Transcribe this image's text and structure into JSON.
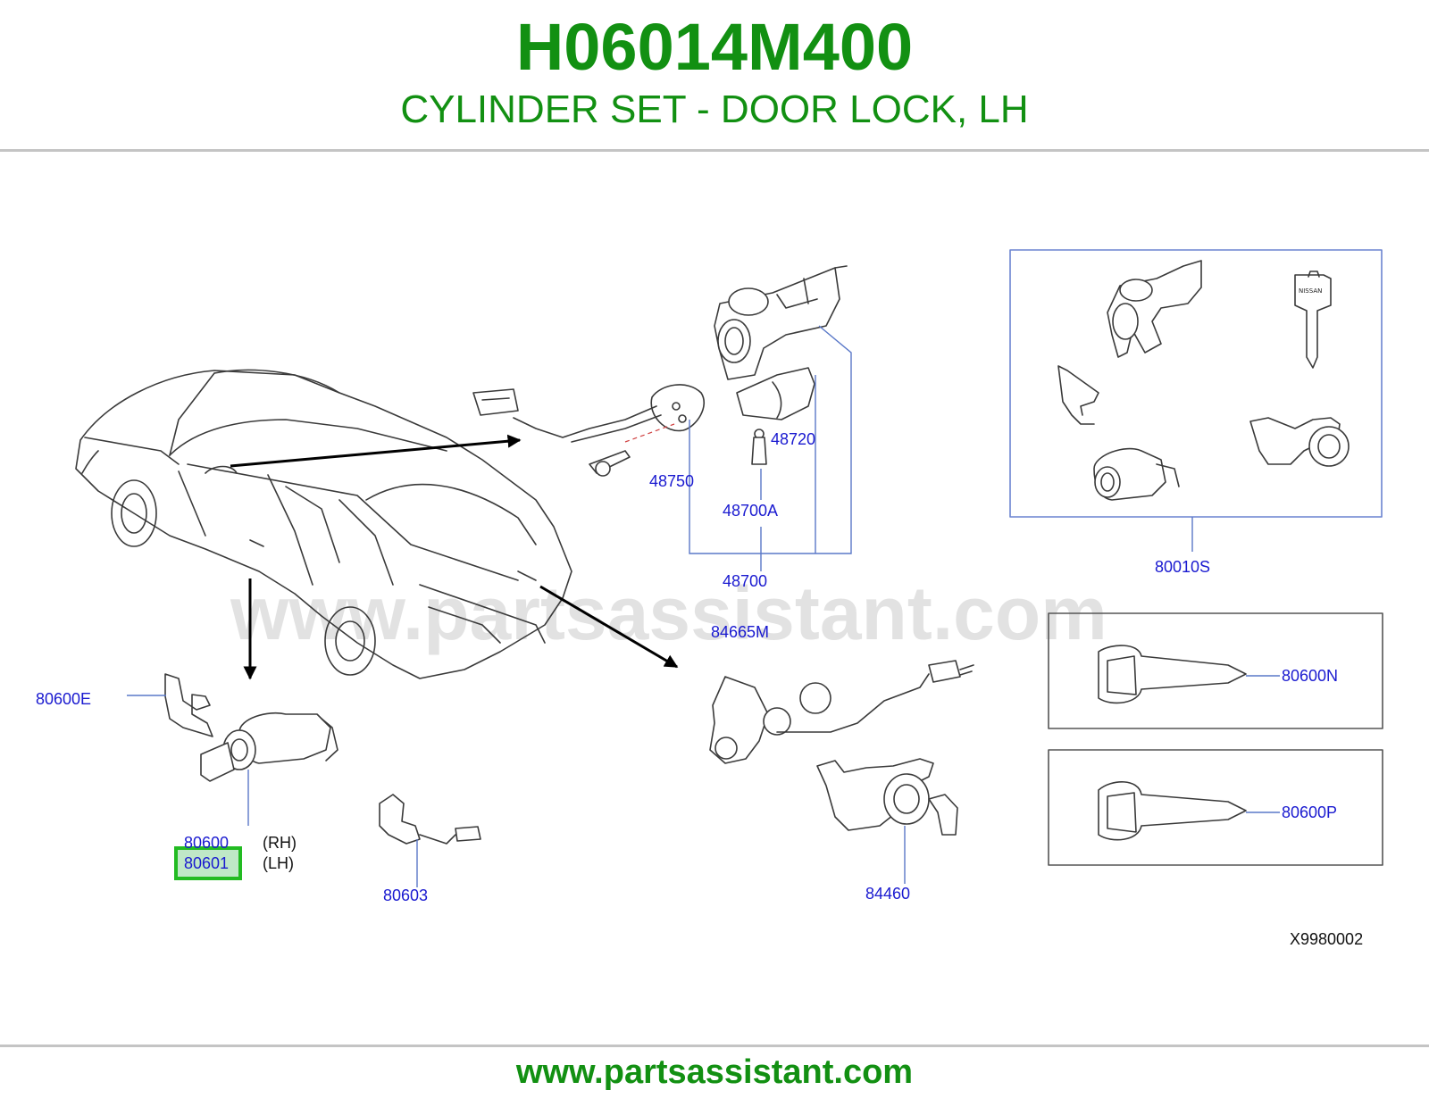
{
  "header": {
    "part_number": "H06014M400",
    "description": "CYLINDER SET - DOOR LOCK, LH"
  },
  "diagram": {
    "watermark": "www.partsassistant.com",
    "diagram_code": "X9980002",
    "highlighted_part": "80601",
    "labels": {
      "p48750": "48750",
      "p48720": "48720",
      "p48700A": "48700A",
      "p48700": "48700",
      "p80010S": "80010S",
      "p84665M": "84665M",
      "p80600N": "80600N",
      "p80600P": "80600P",
      "p80600E": "80600E",
      "p80600": "80600",
      "p80601": "80601",
      "rh": "(RH)",
      "lh": "(LH)",
      "p80603": "80603",
      "p84460": "84460"
    },
    "key_brand": "NISSAN"
  },
  "footer": {
    "url": "www.partsassistant.com"
  },
  "colors": {
    "brand_green": "#129012",
    "label_blue": "#1a1ad0",
    "highlight_green": "#22bb22"
  }
}
